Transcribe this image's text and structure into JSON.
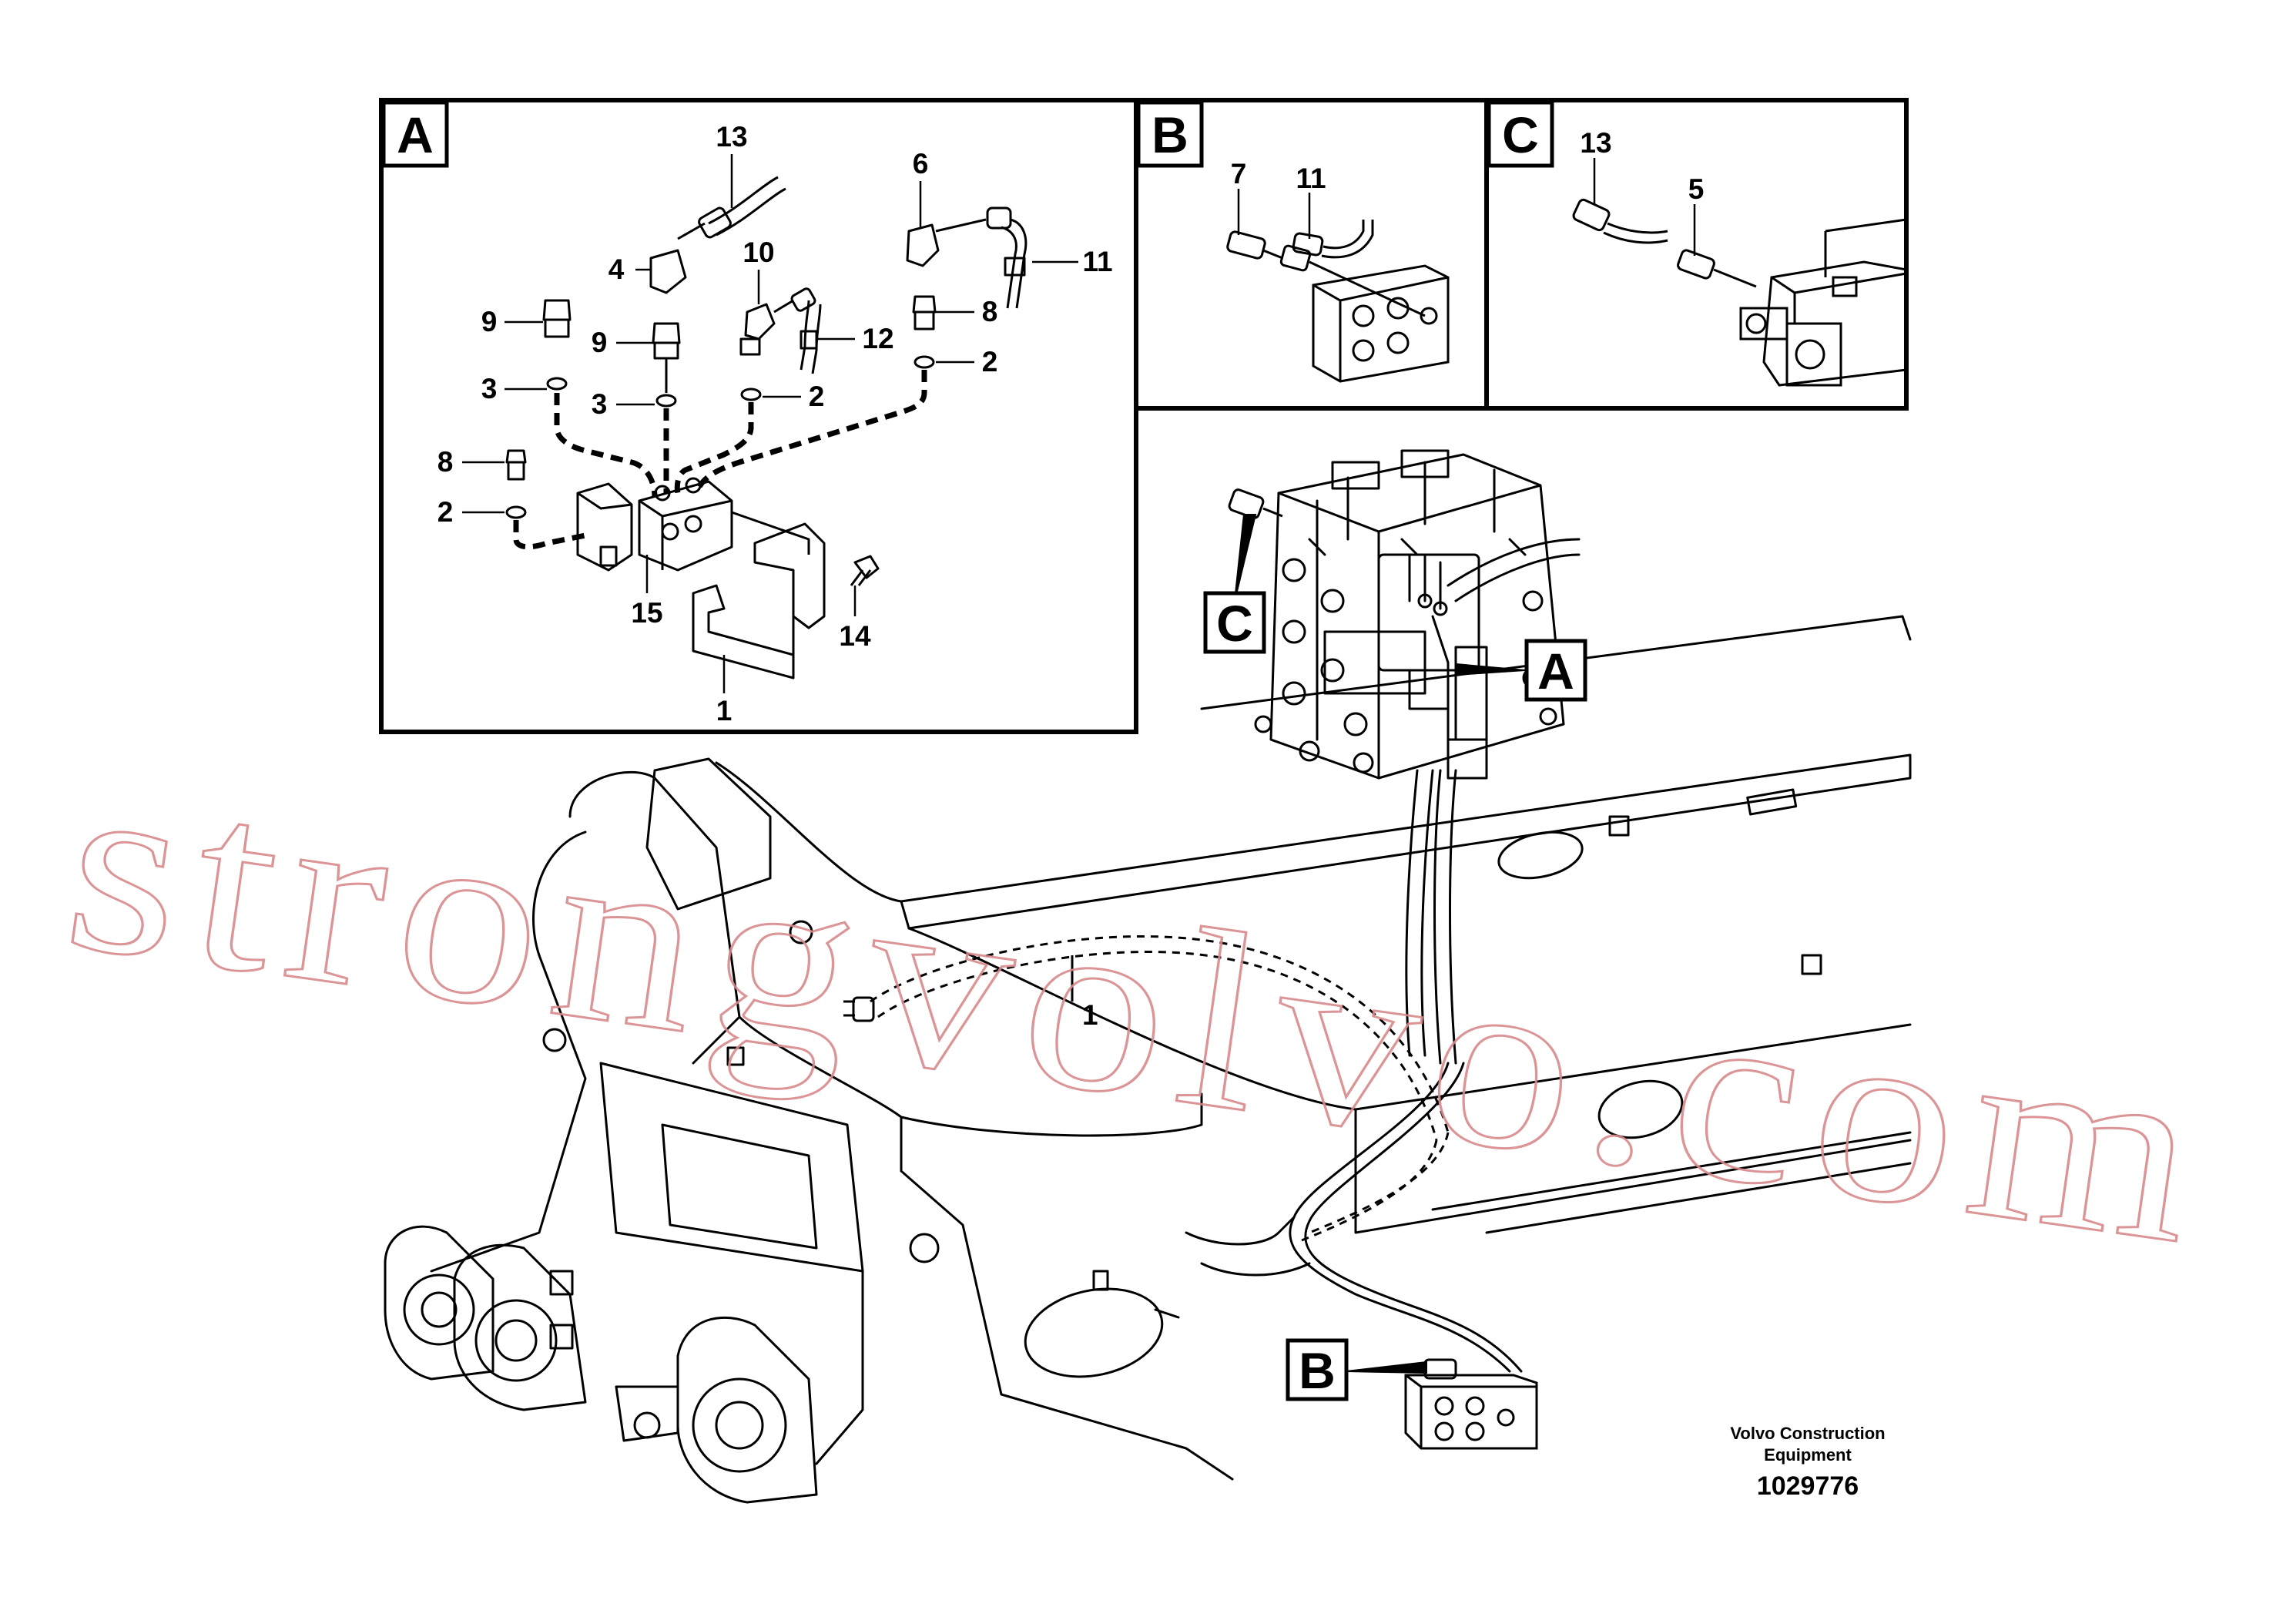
{
  "panels": {
    "a": {
      "letter": "A"
    },
    "b": {
      "letter": "B"
    },
    "c": {
      "letter": "C"
    }
  },
  "callouts": {
    "c": "C",
    "a": "A",
    "b": "B"
  },
  "part_labels": {
    "a13": "13",
    "a4": "4",
    "a10": "10",
    "a6": "6",
    "a11": "11",
    "a9l": "9",
    "a9r": "9",
    "a12": "12",
    "a8r": "8",
    "a3l": "3",
    "a3r": "3",
    "a2m": "2",
    "a2r": "2",
    "a8l": "8",
    "a2l": "2",
    "a15": "15",
    "a14": "14",
    "a1": "1",
    "b7": "7",
    "b11": "11",
    "c13": "13",
    "c5": "5",
    "m1": "1"
  },
  "watermark": "strongvolvo.com",
  "footer": {
    "brand_line1": "Volvo Construction",
    "brand_line2": "Equipment",
    "doc_number": "1029776"
  },
  "colors": {
    "line": "#000000",
    "watermark": "#d88a8c"
  }
}
